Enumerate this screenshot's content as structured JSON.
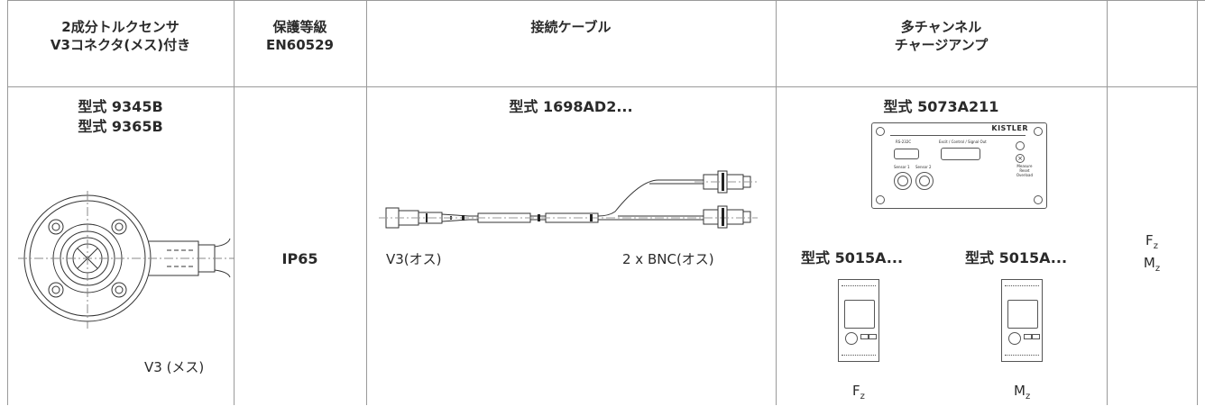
{
  "headers": {
    "sensor": [
      "2成分トルクセンサ",
      "V3コネクタ(メス)付き"
    ],
    "protection": [
      "保護等級",
      "EN60529"
    ],
    "cable": [
      "接続ケーブル"
    ],
    "amplifier": [
      "多チャンネル",
      "チャージアンプ"
    ],
    "output": []
  },
  "sensor": {
    "models": [
      "型式 9345B",
      "型式 9365B"
    ],
    "connector_label": "V3 (メス)"
  },
  "protection": {
    "rating": "IP65"
  },
  "cable": {
    "model": "型式 1698AD2...",
    "left_label": "V3(オス)",
    "right_label": "2 x BNC(オス)"
  },
  "amplifier": {
    "main_model": "型式 5073A211",
    "panel": {
      "brand": "KISTLER",
      "port1": "RS-232C",
      "port2": "Excit / Control / Signal Out",
      "sensor1": "Sensor 1",
      "sensor2": "Sensor 2",
      "status": [
        "Measure",
        "Reset",
        "Overload"
      ]
    },
    "unit_left": {
      "model": "型式 5015A...",
      "axis": "F",
      "axis_sub": "z"
    },
    "unit_right": {
      "model": "型式 5015A...",
      "axis": "M",
      "axis_sub": "z"
    }
  },
  "output": [
    {
      "symbol": "F",
      "sub": "z"
    },
    {
      "symbol": "M",
      "sub": "z"
    }
  ]
}
